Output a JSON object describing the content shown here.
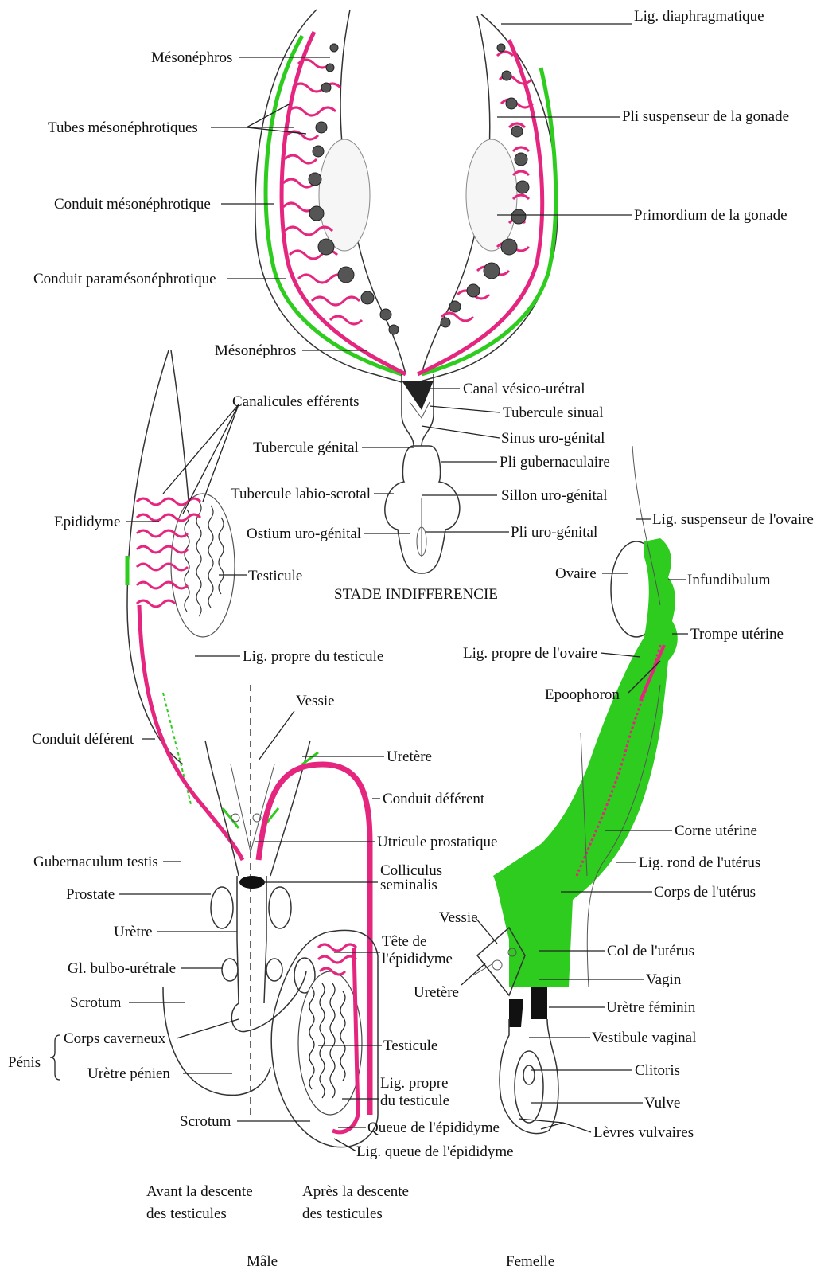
{
  "colors": {
    "pink": "#e4267f",
    "green": "#2ecc1e",
    "black": "#111111"
  },
  "indifferent": {
    "caption": "STADE INDIFFERENCIE",
    "labels": {
      "mesonephros_top": "Mésonéphros",
      "tubes": "Tubes mésonéphrotiques",
      "conduit_meso": "Conduit mésonéphrotique",
      "conduit_parameso": "Conduit paramésonéphrotique",
      "mesonephros_low": "Mésonéphros",
      "lig_diaphragm": "Lig. diaphragmatique",
      "pli_suspenseur": "Pli suspenseur de la gonade",
      "primordium": "Primordium de la gonade",
      "canal": "Canal vésico-urétral",
      "tubercule_sinual": "Tubercule sinual",
      "sinus": "Sinus uro-génital",
      "pli_gubern": "Pli gubernaculaire",
      "sillon": "Sillon uro-génital",
      "pli_uro": "Pli uro-génital",
      "tubercule_genital": "Tubercule génital",
      "tubercule_labio": "Tubercule labio-scrotal",
      "ostium": "Ostium uro-génital"
    }
  },
  "male": {
    "caption": "Mâle",
    "before_1": "Avant la descente",
    "before_2": "des testicules",
    "after_1": "Après la descente",
    "after_2": "des testicules",
    "penis": "Pénis",
    "labels": {
      "canalicules": "Canalicules efférents",
      "epididyme": "Epididyme",
      "testicule": "Testicule",
      "lig_propre": "Lig. propre du testicule",
      "vessie": "Vessie",
      "conduit_def_left": "Conduit déférent",
      "uretere": "Uretère",
      "conduit_def_right": "Conduit déférent",
      "utricule": "Utricule prostatique",
      "colliculus_1": "Colliculus",
      "colliculus_2": "seminalis",
      "gubernaculum": "Gubernaculum testis",
      "prostate": "Prostate",
      "uretre": "Urètre",
      "gl_bulbo": "Gl. bulbo-urétrale",
      "scrotum_left": "Scrotum",
      "corps_cav": "Corps caverneux",
      "uretre_penien": "Urètre pénien",
      "scrotum_bottom": "Scrotum",
      "tete_1": "Tête de",
      "tete_2": "l'épididyme",
      "testicule_after": "Testicule",
      "lig_propre2_1": "Lig. propre",
      "lig_propre2_2": "du testicule",
      "queue": "Queue de l'épididyme",
      "lig_queue": "Lig. queue de l'épididyme"
    }
  },
  "female": {
    "caption": "Femelle",
    "labels": {
      "lig_susp_ovaire": "Lig. suspenseur de l'ovaire",
      "ovaire": "Ovaire",
      "infundibulum": "Infundibulum",
      "trompe": "Trompe utérine",
      "lig_propre_ovaire": "Lig. propre de l'ovaire",
      "epoophoron": "Epoophoron",
      "corne": "Corne utérine",
      "lig_rond": "Lig. rond de l'utérus",
      "corps": "Corps de l'utérus",
      "vessie": "Vessie",
      "col": "Col de l'utérus",
      "uretere": "Uretère",
      "vagin": "Vagin",
      "uretre_feminin": "Urètre féminin",
      "vestibule": "Vestibule vaginal",
      "clitoris": "Clitoris",
      "vulve": "Vulve",
      "levres": "Lèvres vulvaires"
    }
  }
}
